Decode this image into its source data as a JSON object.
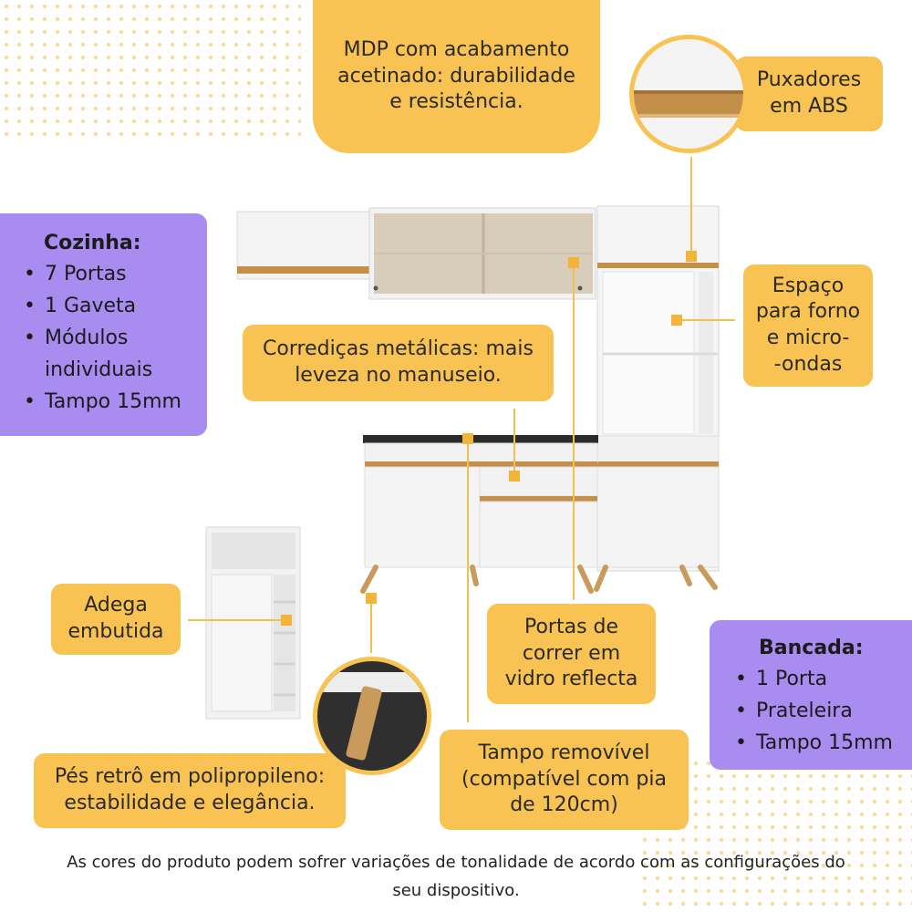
{
  "callouts": {
    "mdp": "MDP com acabamento\nacetinado: durabilidade\ne resistência.",
    "puxadores": "Puxadores\nem ABS",
    "espaco": "Espaço\npara forno\ne micro-\n-ondas",
    "corredicas": "Corrediças metálicas: mais\nleveza no manuseio.",
    "adega": "Adega\nembutida",
    "portas": "Portas de\ncorrer em\nvidro reflecta",
    "pes": "Pés retrô em polipropileno:\nestabilidade e elegância.",
    "tampo": "Tampo removível\n(compatível com pia\nde 120cm)"
  },
  "cozinha": {
    "title": "Cozinha:",
    "items": [
      "7 Portas",
      "1 Gaveta",
      "Módulos\nindividuais",
      "Tampo 15mm"
    ]
  },
  "bancada": {
    "title": "Bancada:",
    "items": [
      "1 Porta",
      "Prateleira",
      "Tampo 15mm"
    ]
  },
  "footer_note": "As cores do produto podem sofrer variações de tonalidade de acordo com as configurações do seu dispositivo.",
  "colors": {
    "accent_yellow": "#f8c352",
    "accent_purple": "#a98cf0",
    "wood": "#c48f48",
    "cabinet_white": "#f4f4f4"
  }
}
